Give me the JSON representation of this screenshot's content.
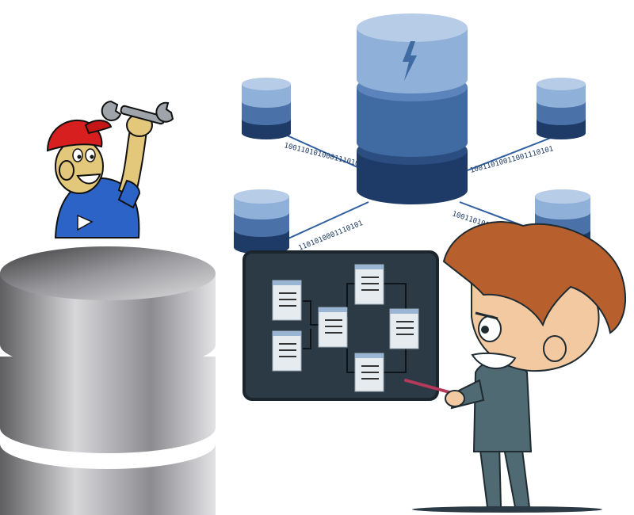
{
  "network": {
    "links": [
      {
        "id": "top-left",
        "bits": "10011010100011101010"
      },
      {
        "id": "top-right",
        "bits": "10011010011001110101"
      },
      {
        "id": "bottom-left",
        "bits": "1101010001110101"
      },
      {
        "id": "bottom-right",
        "bits": "1001101010011"
      }
    ]
  },
  "colors": {
    "db_light": "#8fb0d8",
    "db_mid": "#4a72a8",
    "db_dark": "#1e3a66",
    "board": "#2b3a45",
    "steel": "#a9a9ad",
    "cap_red": "#d81f1f",
    "shirt_blue": "#2c63c7",
    "hair": "#b7602e",
    "suit": "#4f6a73"
  },
  "icons": [
    "database-icon",
    "wrench-icon",
    "schema-board",
    "pointer-stick"
  ]
}
